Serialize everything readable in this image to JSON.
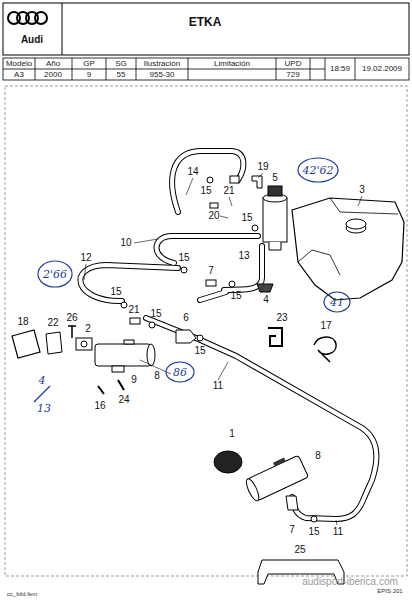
{
  "diagram": {
    "title": "ETKA",
    "labels": [
      "Audi",
      "Modelo",
      "Año",
      "GP",
      "SG",
      "Ilustración",
      "Limitación",
      "UPD",
      "A3",
      "2000",
      "9",
      "55",
      "955-30",
      "729",
      "18:59",
      "19.02.2009",
      "14",
      "15",
      "21",
      "19",
      "5",
      "42'62",
      "3",
      "20",
      "15",
      "10",
      "15",
      "7",
      "13",
      "12",
      "2'66",
      "15",
      "21",
      "15",
      "6",
      "15",
      "15",
      "4",
      "41",
      "23",
      "17",
      "18",
      "22",
      "26",
      "2",
      "86",
      "8",
      "9",
      "4",
      "13",
      "16",
      "24",
      "11",
      "1",
      "8",
      "7",
      "15",
      "11",
      "25",
      "cc_bild.fem",
      "EPIS 201",
      "audisport-iberica.com"
    ]
  }
}
